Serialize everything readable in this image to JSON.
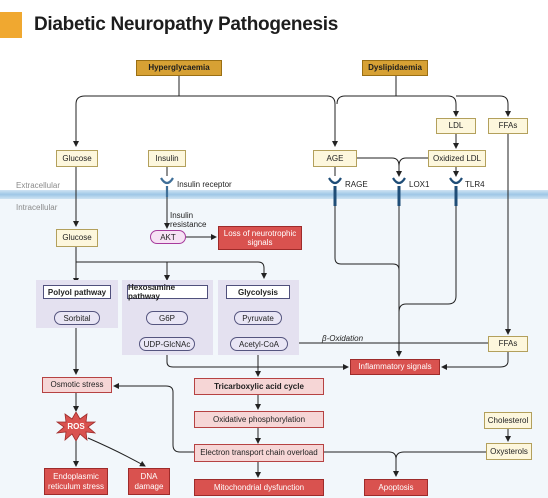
{
  "title": "Diabetic Neuropathy Pathogenesis",
  "regions": {
    "extracellular": "Extracellular",
    "intracellular": "Intracellular"
  },
  "nodes": {
    "hyperglycaemia": "Hyperglycaemia",
    "dyslipidaemia": "Dyslipidaemia",
    "ldl": "LDL",
    "ffas_top": "FFAs",
    "glucose_ext": "Glucose",
    "insulin": "Insulin",
    "age": "AGE",
    "oxidized_ldl": "Oxidized LDL",
    "insulin_receptor": "Insulin receptor",
    "rage": "RAGE",
    "lox1": "LOX1",
    "tlr4": "TLR4",
    "insulin_resistance": "Insulin resistance",
    "glucose_int": "Glucose",
    "akt": "AKT",
    "loss_neurotrophic": "Loss of neurotrophic signals",
    "polyol_pathway": "Polyol pathway",
    "sorbital": "Sorbital",
    "hexosamine_pathway": "Hexosamine pathway",
    "g6p": "G6P",
    "udp_glcnac": "UDP-GlcNAc",
    "glycolysis": "Glycolysis",
    "pyruvate": "Pyruvate",
    "acetyl_coa": "Acetyl-CoA",
    "beta_oxidation": "β-Oxidation",
    "ffas_int": "FFAs",
    "inflammatory_signals": "Inflammatory signals",
    "osmotic_stress": "Osmotic stress",
    "tca_cycle": "Tricarboxylic acid cycle",
    "ros": "ROS",
    "oxidative_phosphorylation": "Oxidative phosphorylation",
    "cholesterol": "Cholesterol",
    "etc_overload": "Electron transport chain overload",
    "oxysterols": "Oxysterols",
    "er_stress": "Endoplasmic reticulum stress",
    "dna_damage": "DNA damage",
    "mito_dysfunction": "Mitochondrial dysfunction",
    "apoptosis": "Apoptosis"
  },
  "colors": {
    "accent": "#f0a830",
    "trigger": "#d7a134",
    "molecule": "#fdf7dd",
    "outcome": "#d9524f",
    "process": "#f6d6d6",
    "pathway_panel": "#e4e1f0",
    "membrane": "#9ec7e6"
  }
}
